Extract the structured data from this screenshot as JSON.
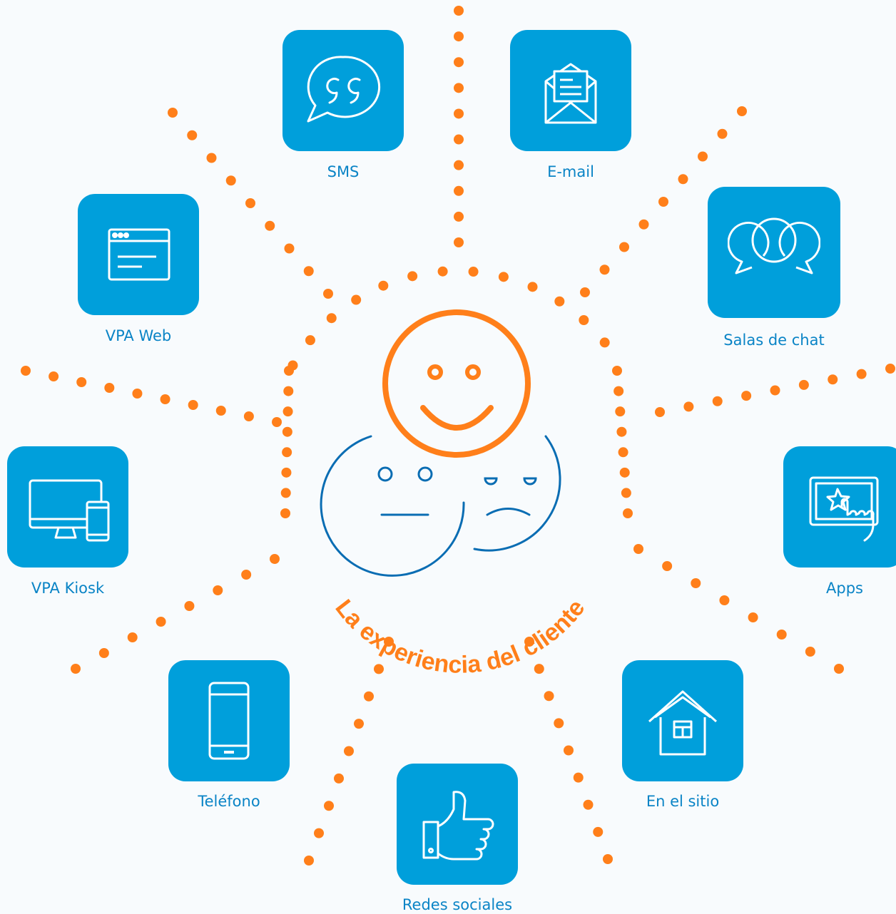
{
  "title": "La experiencia del cliente",
  "colors": {
    "accent": "#ff7f1a",
    "tile": "#009fdb",
    "label": "#0a84c6",
    "face_blue": "#0a6db3"
  },
  "channels": [
    {
      "id": "sms",
      "label": "SMS",
      "icon": "quote-bubble-icon"
    },
    {
      "id": "email",
      "label": "E-mail",
      "icon": "open-envelope-icon"
    },
    {
      "id": "chat",
      "label": "Salas de chat",
      "icon": "chat-bubbles-icon"
    },
    {
      "id": "web",
      "label": "VPA Web",
      "icon": "browser-window-icon"
    },
    {
      "id": "kiosk",
      "label": "VPA Kiosk",
      "icon": "monitor-tablet-icon"
    },
    {
      "id": "apps",
      "label": "Apps",
      "icon": "touch-screen-icon"
    },
    {
      "id": "phone",
      "label": "Teléfono",
      "icon": "smartphone-icon"
    },
    {
      "id": "onsite",
      "label": "En el sitio",
      "icon": "house-icon"
    },
    {
      "id": "social",
      "label": "Redes sociales",
      "icon": "thumbs-up-icon"
    }
  ]
}
